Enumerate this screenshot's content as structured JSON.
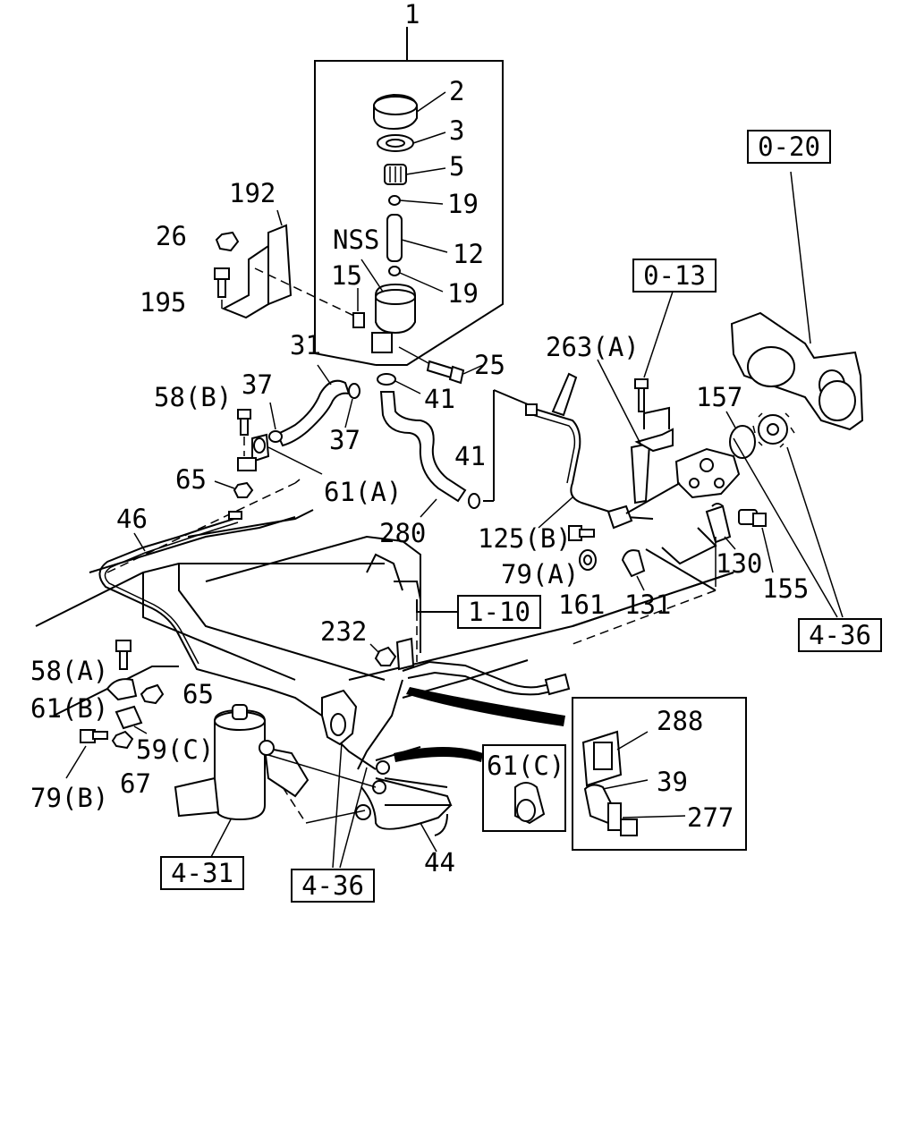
{
  "callouts": {
    "c1": "1",
    "c2": "2",
    "c3": "3",
    "c5": "5",
    "c19a": "19",
    "c12": "12",
    "c19b": "19",
    "cnss": "NSS",
    "c15": "15",
    "c192": "192",
    "c26": "26",
    "c195": "195",
    "c25": "25",
    "c31": "31",
    "c37a": "37",
    "c37b": "37",
    "c41a": "41",
    "c41b": "41",
    "c58b": "58(B)",
    "c61a": "61(A)",
    "c65a": "65",
    "c280": "280",
    "c46": "46",
    "c263a": "263(A)",
    "c157": "157",
    "c125b": "125(B)",
    "c79a": "79(A)",
    "c161": "161",
    "c131": "131",
    "c130": "130",
    "c155": "155",
    "c232": "232",
    "c58a": "58(A)",
    "c61b": "61(B)",
    "c65b": "65",
    "c59c": "59(C)",
    "c79b": "79(B)",
    "c67": "67",
    "c44": "44",
    "c61c": "61(C)",
    "c288": "288",
    "c39": "39",
    "c277": "277"
  },
  "references": {
    "r020": "0-20",
    "r013": "0-13",
    "r110": "1-10",
    "r436a": "4-36",
    "r431": "4-31",
    "r436b": "4-36"
  }
}
